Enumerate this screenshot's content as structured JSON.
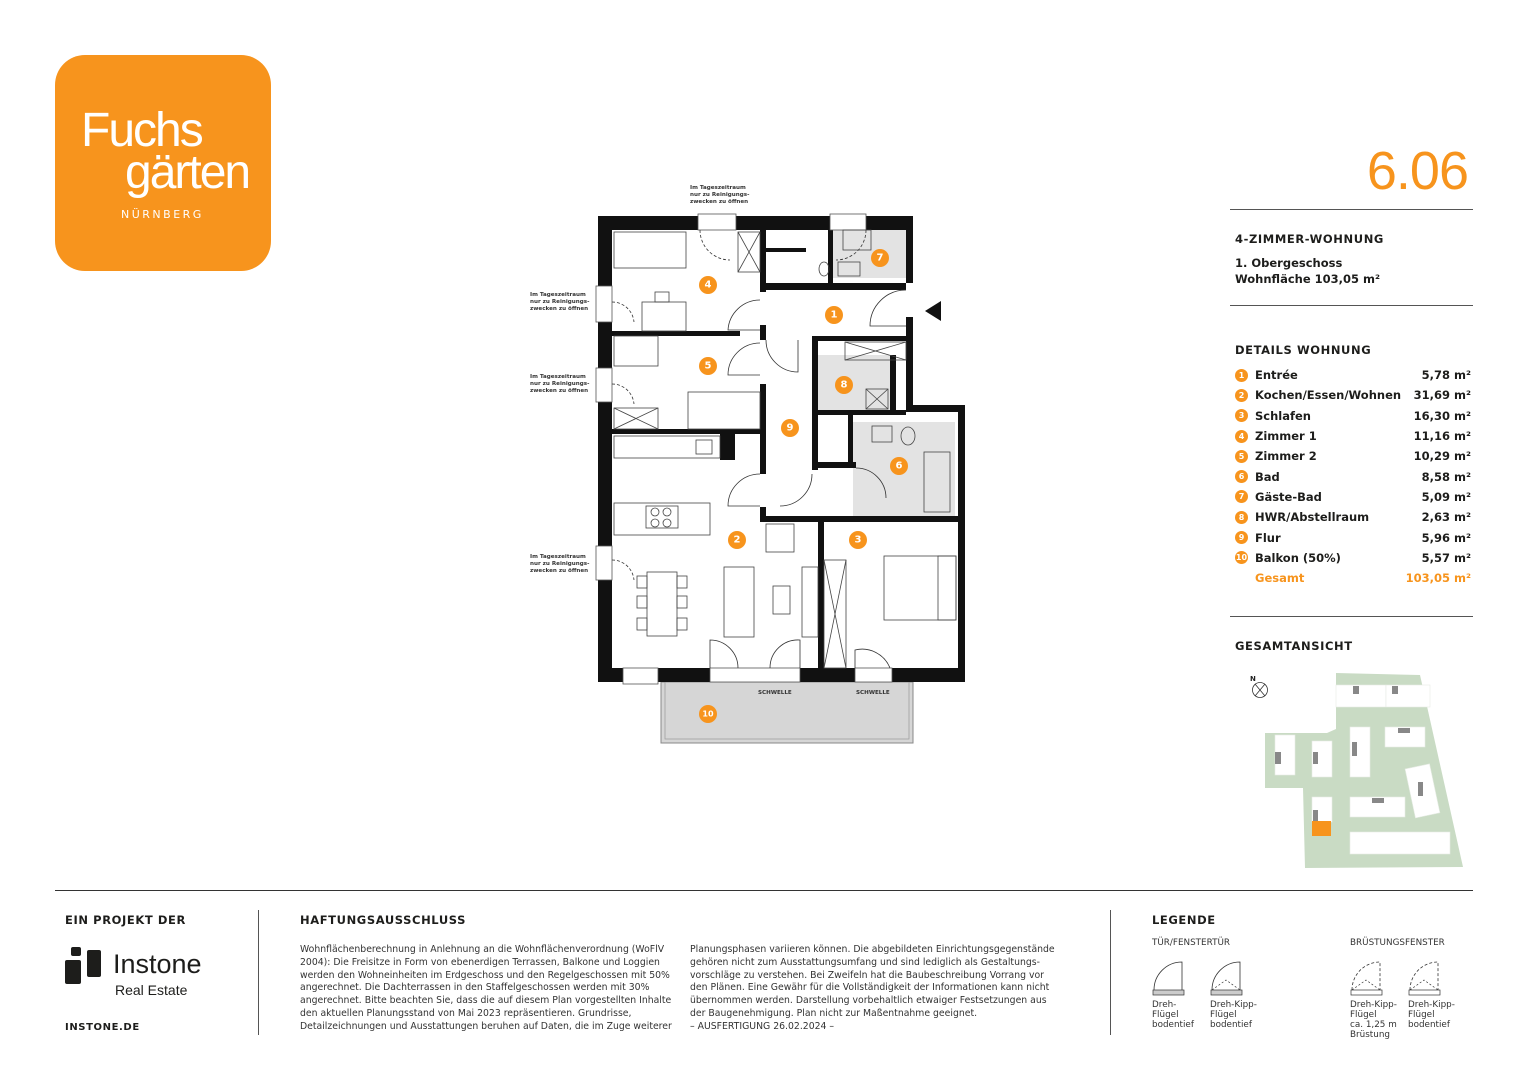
{
  "brand": {
    "line1": "Fuchs",
    "line2": "gärten",
    "city": "NÜRNBERG",
    "color": "#f7941d"
  },
  "unit": {
    "number": "6.06",
    "type": "4-ZIMMER-WOHNUNG",
    "floor": "1. Obergeschoss",
    "area": "Wohnfläche 103,05 m²"
  },
  "details": {
    "title": "DETAILS WOHNUNG",
    "rooms": [
      {
        "no": "1",
        "name": "Entrée",
        "area": "5,78 m²"
      },
      {
        "no": "2",
        "name": "Kochen/Essen/Wohnen",
        "area": "31,69 m²"
      },
      {
        "no": "3",
        "name": "Schlafen",
        "area": "16,30 m²"
      },
      {
        "no": "4",
        "name": "Zimmer 1",
        "area": "11,16 m²"
      },
      {
        "no": "5",
        "name": "Zimmer 2",
        "area": "10,29 m²"
      },
      {
        "no": "6",
        "name": "Bad",
        "area": "8,58 m²"
      },
      {
        "no": "7",
        "name": "Gäste-Bad",
        "area": "5,09 m²"
      },
      {
        "no": "8",
        "name": "HWR/Abstellraum",
        "area": "2,63 m²"
      },
      {
        "no": "9",
        "name": "Flur",
        "area": "5,96 m²"
      },
      {
        "no": "10",
        "name": "Balkon (50%)",
        "area": "5,57 m²"
      }
    ],
    "total": {
      "name": "Gesamt",
      "area": "103,05 m²"
    }
  },
  "overview": {
    "title": "GESAMTANSICHT",
    "north": "N"
  },
  "plan": {
    "window_note": [
      "Im Tageszeitraum",
      "nur zu Reinigungs-",
      "zwecken zu öffnen"
    ],
    "threshold": "SCHWELLE"
  },
  "footer": {
    "project_label": "EIN PROJEKT DER",
    "company": "Instone",
    "company_sub": "Real Estate",
    "website": "INSTONE.DE",
    "disclaimer_title": "HAFTUNGSAUSSCHLUSS",
    "disclaimer_col1": "Wohnflächenberechnung in Anlehnung an die Wohnflächenverordnung (WoFlV 2004): Die Freisitze in Form von ebenerdigen Terrassen, Balkone und Loggien werden den Wohneinheiten im Erdgeschoss und den Regelgeschossen mit 50% angerechnet. Die Dachterrassen in den Staffelgeschossen werden mit 30% angerechnet. Bitte beachten Sie, dass die auf diesem Plan vorgestellten Inhalte den aktuellen Planungsstand von Mai 2023 repräsentieren. Grundrisse, Detailzeichnungen und Ausstattungen beruhen auf Daten, die im Zuge weiterer",
    "disclaimer_col2": "Planungsphasen variieren können. Die abgebildeten Einrichtungsgegenstände gehören nicht zum Ausstattungsumfang und sind lediglich als Gestaltungs-vorschläge zu verstehen. Bei Zweifeln hat die Baubeschreibung Vorrang vor den Plänen. Eine Gewähr für die Vollständigkeit der Informationen kann nicht übernommen werden. Darstellung vorbehaltlich etwaiger Festsetzungen aus der Baugenehmigung. Plan nicht zur Maßentnahme geeignet.",
    "issue": "– AUSFERTIGUNG 26.02.2024 –",
    "legend_title": "LEGENDE",
    "legend_group1": "TÜR/FENSTERTÜR",
    "legend_group2": "BRÜSTUNGSFENSTER",
    "legend_items": [
      {
        "label": [
          "Dreh-",
          "Flügel",
          "bodentief"
        ]
      },
      {
        "label": [
          "Dreh-Kipp-",
          "Flügel",
          "bodentief"
        ]
      },
      {
        "label": [
          "Dreh-Kipp-",
          "Flügel",
          "ca. 1,25 m",
          "Brüstung"
        ]
      },
      {
        "label": [
          "Dreh-Kipp-",
          "Flügel",
          "bodentief"
        ]
      }
    ]
  }
}
